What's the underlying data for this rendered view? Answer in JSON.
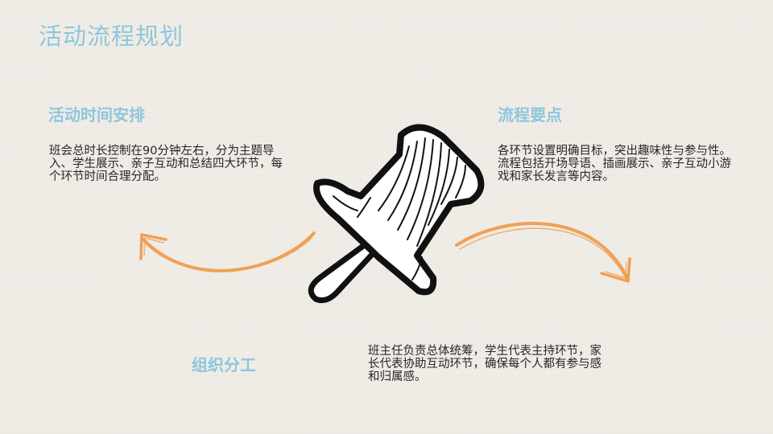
{
  "title": "活动流程规划",
  "sections": {
    "time": {
      "heading": "活动时间安排",
      "text": "班会总时长控制在90分钟左右，分为主题导入、学生展示、亲子互动和总结四大环节，每个环节时间合理分配。"
    },
    "flow": {
      "heading": "流程要点",
      "text": "各环节设置明确目标，突出趣味性与参与性。流程包括开场导语、插画展示、亲子互动小游戏和家长发言等内容。"
    },
    "org": {
      "heading": "组织分工",
      "text": "班主任负责总体统筹，学生代表主持环节，家长代表协助互动环节，确保每个人都有参与感和归属感。"
    }
  },
  "icons": {
    "pin": "push-pin-icon",
    "arrow_left": "curved-arrow-left-icon",
    "arrow_right": "curved-arrow-right-icon"
  },
  "colors": {
    "accent": "#8ec6dc",
    "arrow": "#f0a055",
    "text": "#262626",
    "background": "#f1eee8"
  }
}
